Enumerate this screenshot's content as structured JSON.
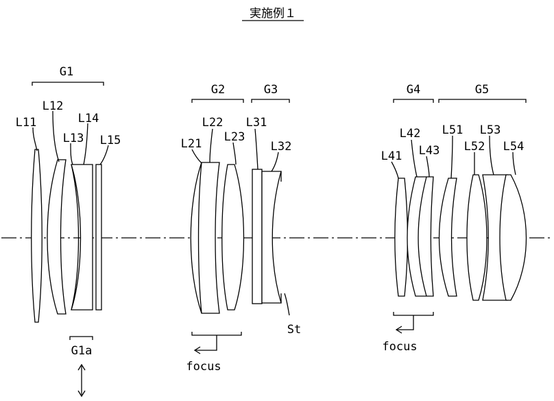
{
  "title": "実施例１",
  "groups": [
    "G1",
    "G2",
    "G3",
    "G4",
    "G5"
  ],
  "lenses": [
    "L11",
    "L12",
    "L13",
    "L14",
    "L15",
    "L21",
    "L22",
    "L23",
    "L31",
    "L32",
    "L41",
    "L42",
    "L43",
    "L51",
    "L52",
    "L53",
    "L54"
  ],
  "sub_group": "G1a",
  "stop": "St",
  "focus_label": "focus",
  "colors": {
    "line": "#000000",
    "background": "#ffffff"
  }
}
